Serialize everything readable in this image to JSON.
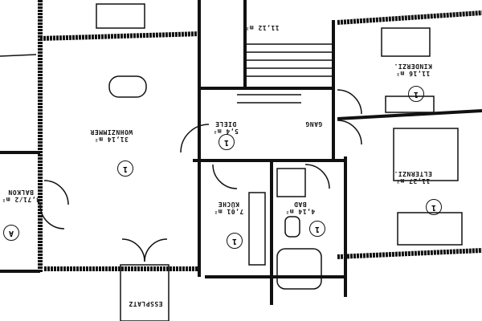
{
  "rooms": [
    {
      "name": "WOHNZIMMER",
      "area": "31,14 m²",
      "number": "1"
    },
    {
      "name": "DIELE",
      "area": "5,4 m²",
      "number": "1"
    },
    {
      "name": "GANG",
      "area": "",
      "number": ""
    },
    {
      "name": "KÜCHE",
      "area": "7,01 m²",
      "number": "1"
    },
    {
      "name": "BAD",
      "area": "4,14 m²",
      "number": "1"
    },
    {
      "name": "KINDERZI.",
      "area": "11,16 m²",
      "number": "1"
    },
    {
      "name": "ELTERNZI.",
      "area": "11,27 m²",
      "number": "1"
    },
    {
      "name": "BALKON",
      "area": "3,71/2 m²",
      "number": "A"
    },
    {
      "name": "ESSPLATZ",
      "area": "",
      "number": ""
    }
  ],
  "stair_label": "11,12 m²"
}
